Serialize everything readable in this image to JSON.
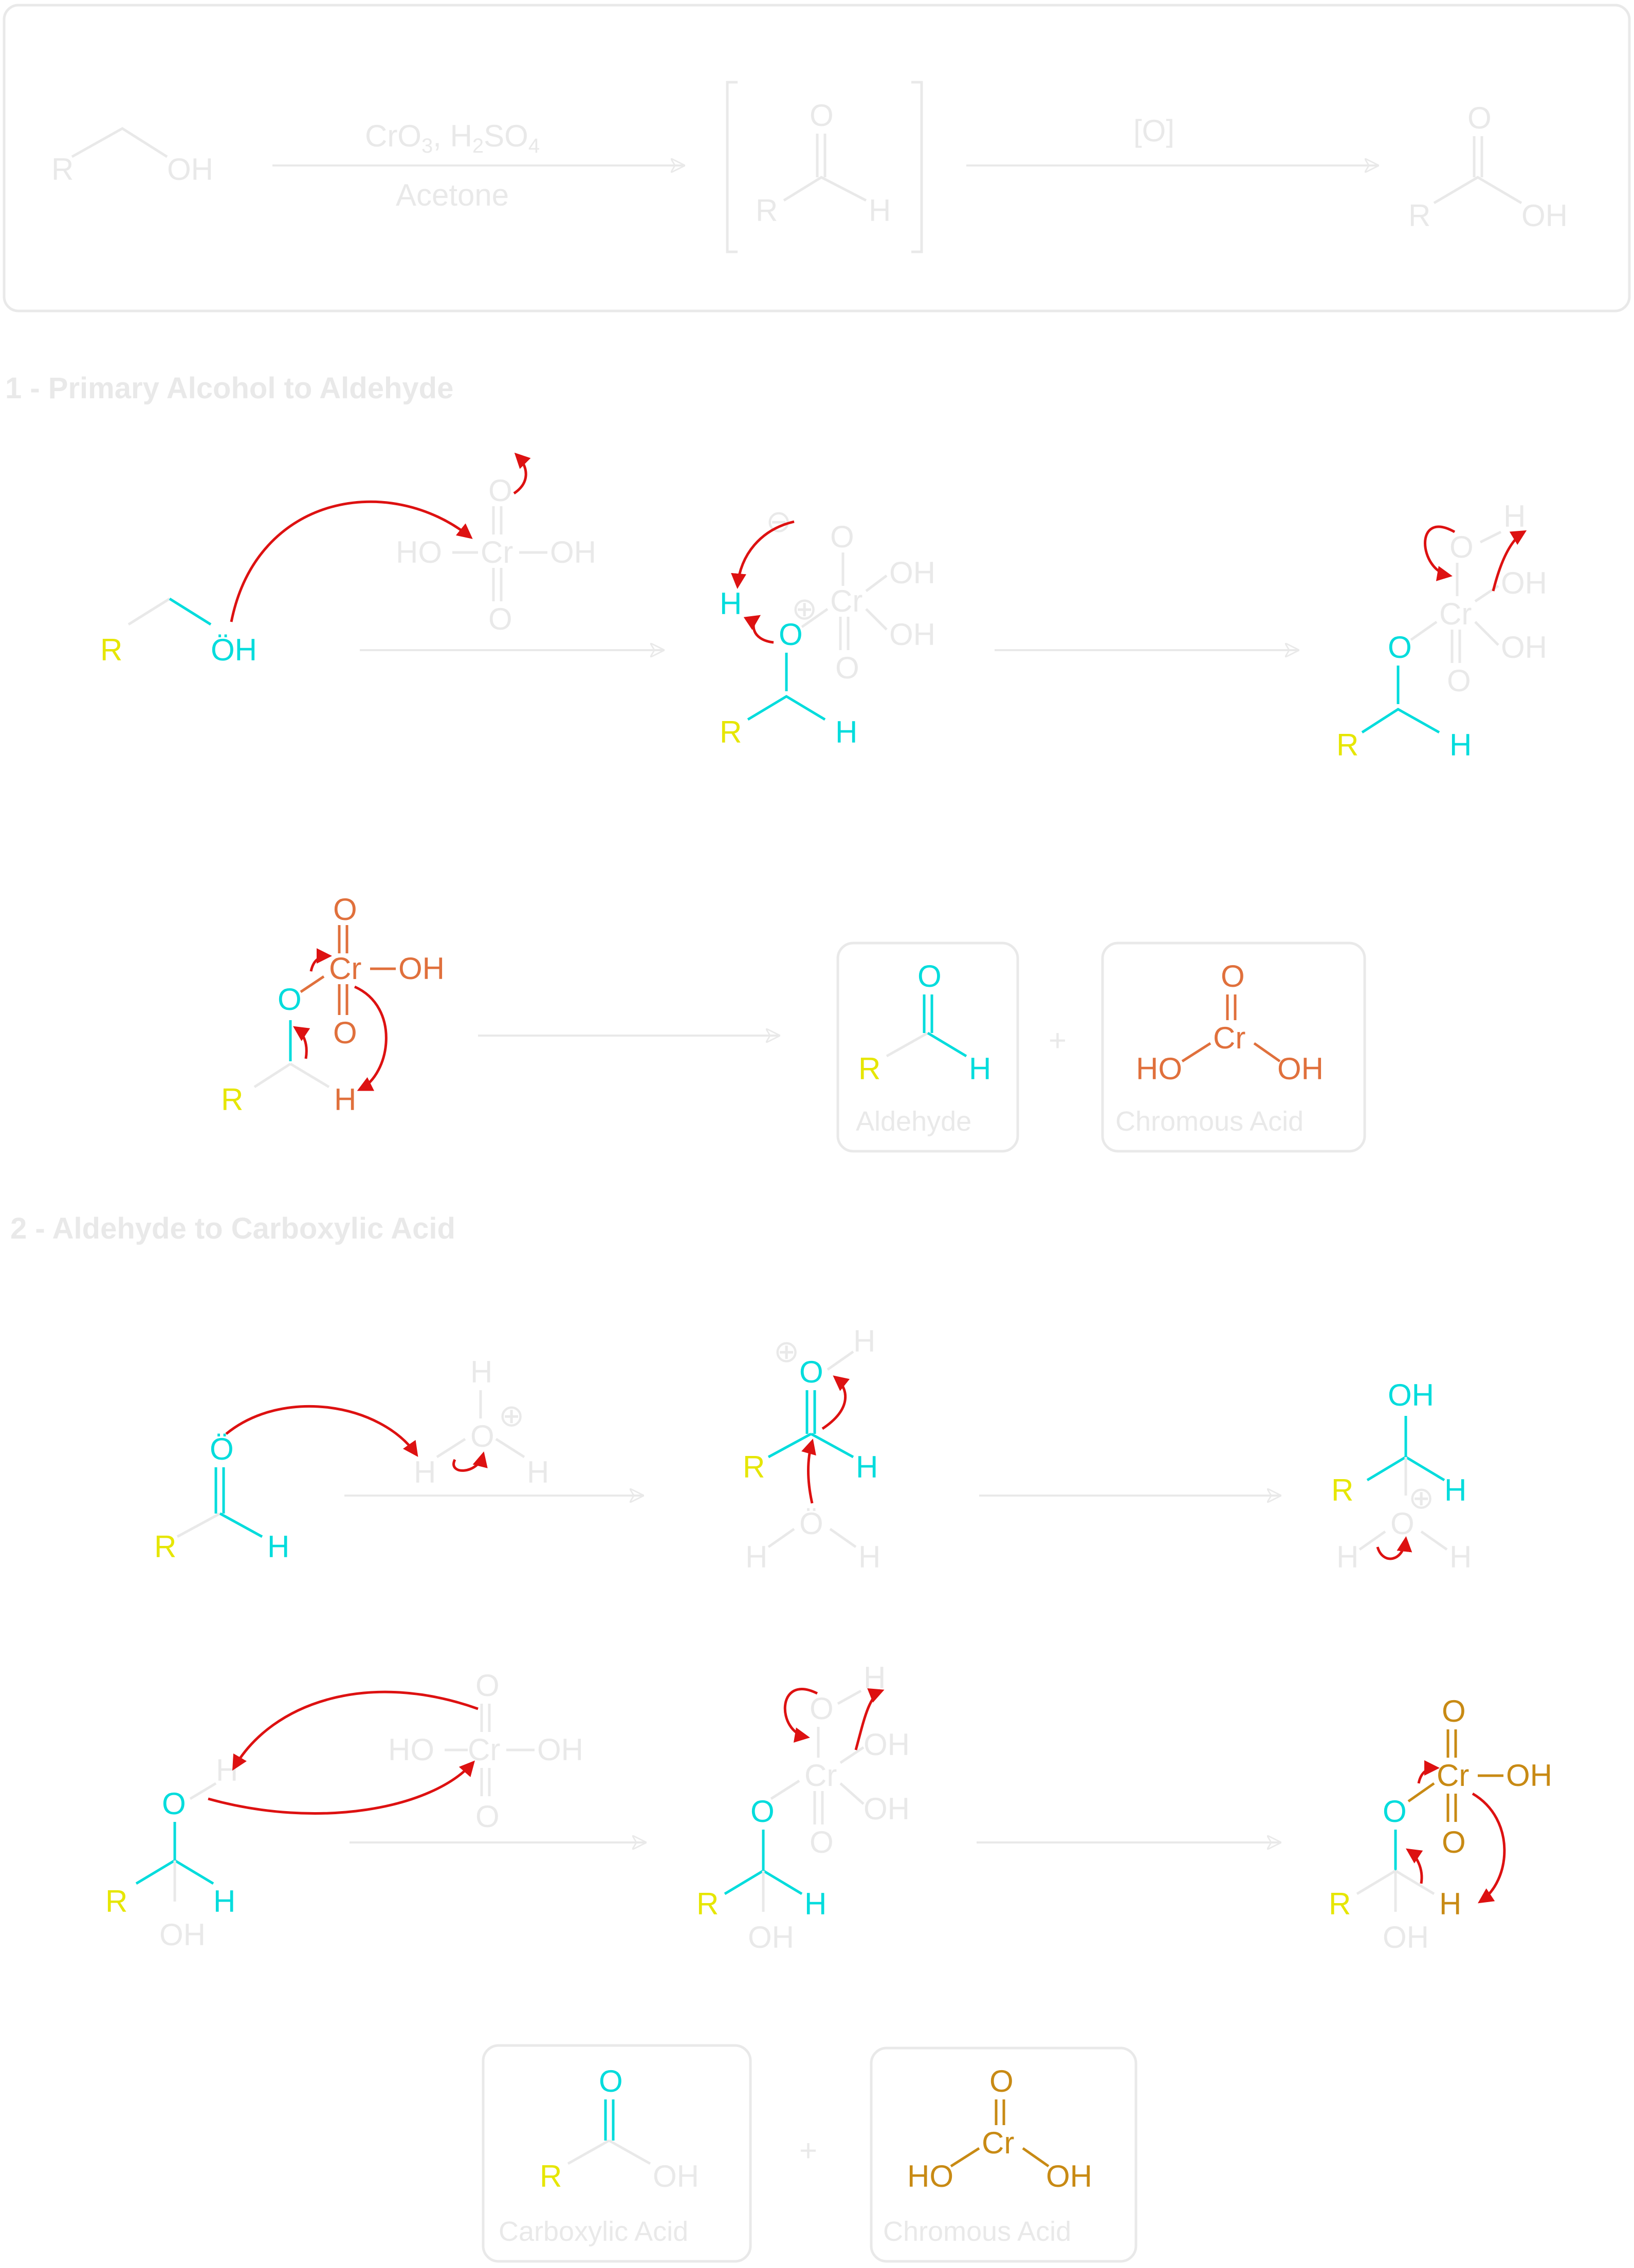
{
  "overview": {
    "start": {
      "r": "R",
      "oh": "OH"
    },
    "reagent_top": "CrO",
    "reagent_top_sub": "3",
    "reagent_top_mid": ", H",
    "reagent_top_sub2": "2",
    "reagent_top_end": "SO",
    "reagent_top_sub3": "4",
    "reagent_bottom": "Acetone",
    "intermediate": {
      "o": "O",
      "r": "R",
      "h": "H"
    },
    "oxidant": "[O]",
    "product": {
      "o": "O",
      "r": "R",
      "oh": "OH"
    }
  },
  "section1": {
    "title": "1 -  Primary Alcohol to Aldehyde",
    "alcohol": {
      "r": "R",
      "oh": "ÖH"
    },
    "chromic_acid": {
      "ho": "HO",
      "cr": "Cr",
      "oh": "OH",
      "o_top": "O",
      "o_bottom": "O"
    },
    "intermediate1": {
      "neg": "⊖",
      "pos": "⊕",
      "h": "H",
      "o": "O",
      "cr": "Cr",
      "oh1": "OH",
      "oh2": "OH",
      "o_bottom": "O",
      "o_top": "O",
      "r": "R",
      "h2": "H"
    },
    "intermediate2": {
      "h": "H",
      "o_top": "O",
      "cr": "Cr",
      "oh1": "OH",
      "oh2": "OH",
      "o": "O",
      "o_bottom": "O",
      "r": "R",
      "h2": "H"
    },
    "chromate_ester": {
      "o_top": "O",
      "cr": "Cr",
      "oh": "OH",
      "o_bottom": "O",
      "o": "O",
      "r": "R",
      "h": "H"
    },
    "aldehyde": {
      "o": "O",
      "r": "R",
      "h": "H",
      "caption": "Aldehyde"
    },
    "plus": "+",
    "chromous_acid": {
      "o": "O",
      "cr": "Cr",
      "ho": "HO",
      "oh": "OH",
      "caption": "Chromous Acid"
    }
  },
  "section2": {
    "title": "2 - Aldehyde to Carboxylic Acid",
    "aldehyde": {
      "o": "Ö",
      "r": "R",
      "h": "H"
    },
    "hydronium": {
      "h_top": "H",
      "o": "O",
      "pos": "⊕",
      "h_left": "H",
      "h_right": "H"
    },
    "protonated": {
      "pos": "⊕",
      "o": "O",
      "h_top": "H",
      "r": "R",
      "h": "H"
    },
    "water": {
      "o": "Ö",
      "h_left": "H",
      "h_right": "H"
    },
    "hydrate_int": {
      "oh": "OH",
      "r": "R",
      "h": "H",
      "pos": "⊕",
      "o": "O",
      "h_left": "H",
      "h_right": "H"
    },
    "hydrate": {
      "h": "H",
      "o": "O",
      "r": "R",
      "h2": "H",
      "oh": "OH"
    },
    "chromic_acid": {
      "o_top": "O",
      "ho": "HO",
      "cr": "Cr",
      "oh": "OH",
      "o_bottom": "O"
    },
    "intermediate": {
      "h": "H",
      "o_top": "O",
      "cr": "Cr",
      "oh1": "OH",
      "oh2": "OH",
      "o": "O",
      "o_bottom": "O",
      "r": "R",
      "h2": "H",
      "oh3": "OH"
    },
    "chromate_ester": {
      "o_top": "O",
      "cr": "Cr",
      "oh": "OH",
      "o_bottom": "O",
      "o": "O",
      "r": "R",
      "h": "H",
      "oh2": "OH"
    },
    "carboxylic_acid": {
      "o": "O",
      "r": "R",
      "oh": "OH",
      "caption": "Carboxylic Acid"
    },
    "plus": "+",
    "chromous_acid": {
      "o": "O",
      "cr": "Cr",
      "ho": "HO",
      "oh": "OH",
      "caption": "Chromous Acid"
    }
  },
  "colors": {
    "neutral": "#e9e9e9",
    "r_group": "#e6e600",
    "reacting": "#00dcdc",
    "chromium": "#e0703c",
    "chromium2": "#c88a14",
    "electron_arrows": "#dd1111"
  }
}
